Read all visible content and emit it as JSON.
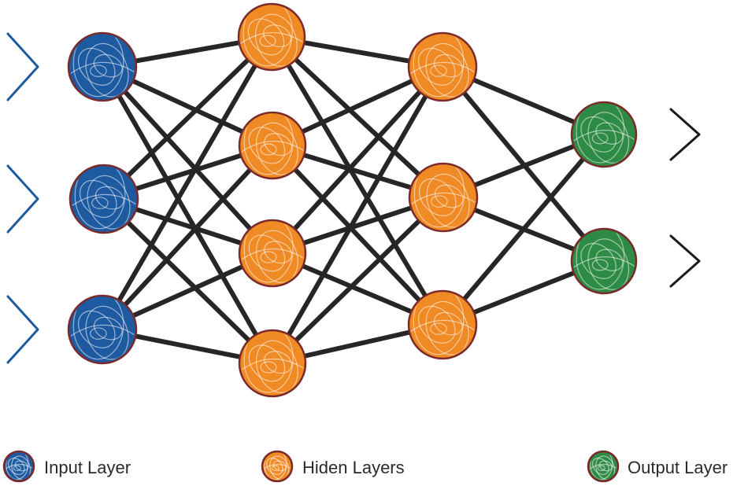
{
  "colors": {
    "input": "#1e5aa0",
    "hidden": "#f08a24",
    "output": "#2e8b45",
    "edge": "#262626",
    "input_arrow": "#1e5aa0",
    "output_arrow": "#1a1a1a"
  },
  "network": {
    "layers": [
      {
        "role": "input",
        "nodes": 3
      },
      {
        "role": "hidden",
        "nodes": 4
      },
      {
        "role": "hidden",
        "nodes": 3
      },
      {
        "role": "output",
        "nodes": 2
      }
    ]
  },
  "legend": {
    "input_label": "Input Layer",
    "hidden_label": "Hiden Layers",
    "output_label": "Output Layer"
  }
}
